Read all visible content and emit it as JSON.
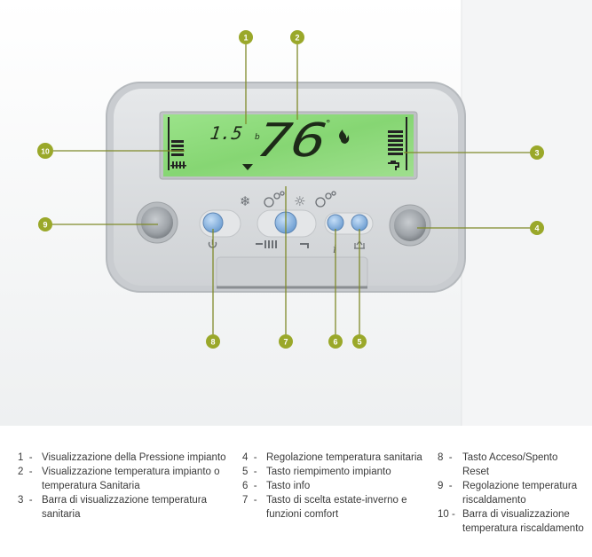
{
  "display": {
    "pressure_value": "1.5",
    "pressure_unit": "b",
    "temperature_value": "76",
    "degree_symbol": "°"
  },
  "callouts": [
    "1",
    "2",
    "3",
    "4",
    "5",
    "6",
    "7",
    "8",
    "9",
    "10"
  ],
  "legend": {
    "columns": [
      [
        {
          "num": "1  -",
          "lines": [
            "Visualizzazione della Pressione impianto"
          ]
        },
        {
          "num": "2  -",
          "lines": [
            "Visualizzazione temperatura impianto o",
            "temperatura Sanitaria"
          ]
        },
        {
          "num": "3  -",
          "lines": [
            "Barra di visualizzazione temperatura",
            "sanitaria"
          ]
        }
      ],
      [
        {
          "num": "4  -",
          "lines": [
            "Regolazione temperatura sanitaria"
          ]
        },
        {
          "num": "5  -",
          "lines": [
            "Tasto riempimento impianto"
          ]
        },
        {
          "num": "6  -",
          "lines": [
            "Tasto info"
          ]
        },
        {
          "num": "7  -",
          "lines": [
            "Tasto di scelta estate-inverno e",
            "funzioni comfort"
          ]
        }
      ],
      [
        {
          "num": "8  -",
          "lines": [
            "Tasto Acceso/Spento",
            "Reset"
          ]
        },
        {
          "num": "9  -",
          "lines": [
            "Regolazione temperatura",
            "riscaldamento"
          ]
        },
        {
          "num": "10 -",
          "lines": [
            "Barra di visualizzazione",
            "temperatura riscaldamento"
          ]
        }
      ]
    ]
  },
  "colors": {
    "callout": "#9aa82a",
    "lcd_green": "#8fd97a",
    "panel": "#d9dcdf",
    "button_blue": "#8bb8e8",
    "text": "#3a3a3a"
  }
}
